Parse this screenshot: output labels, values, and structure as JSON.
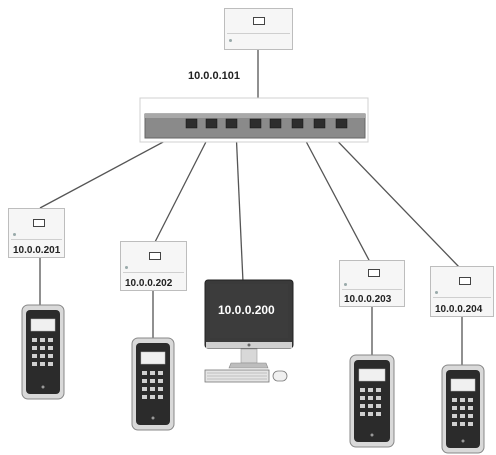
{
  "topology": {
    "server_ip": "10.0.0.101",
    "pc_ip": "10.0.0.200",
    "controllers": [
      {
        "ip": "10.0.0.201"
      },
      {
        "ip": "10.0.0.202"
      },
      {
        "ip": "10.0.0.203"
      },
      {
        "ip": "10.0.0.204"
      }
    ]
  },
  "icons": {
    "switch": "network-switch-icon",
    "pc": "desktop-computer-icon",
    "reader": "keypad-reader-icon"
  },
  "colors": {
    "switch_body": "#8a8a8a",
    "cable": "#555555",
    "monitor_frame": "#3a3a3a",
    "screen": "#3c3c3c",
    "reader_body": "#2b2b2b",
    "box_bg": "#f6f6f6"
  }
}
